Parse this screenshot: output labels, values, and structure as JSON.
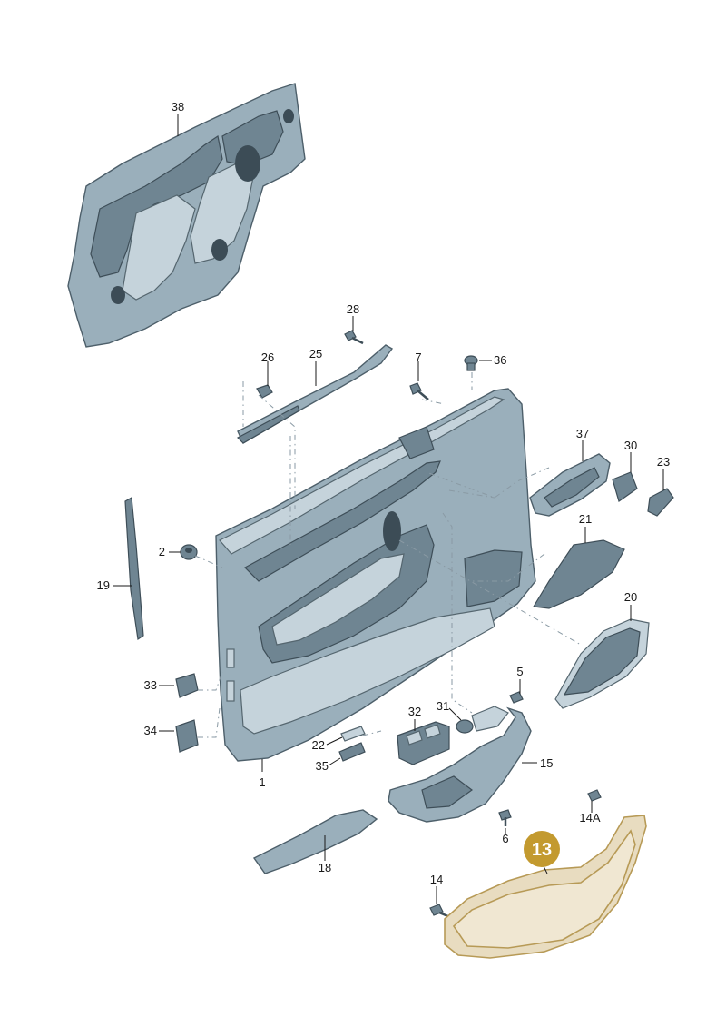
{
  "callouts": [
    {
      "id": "38",
      "label": "38"
    },
    {
      "id": "28",
      "label": "28"
    },
    {
      "id": "26",
      "label": "26"
    },
    {
      "id": "25",
      "label": "25"
    },
    {
      "id": "7",
      "label": "7"
    },
    {
      "id": "36",
      "label": "36"
    },
    {
      "id": "37",
      "label": "37"
    },
    {
      "id": "30",
      "label": "30"
    },
    {
      "id": "23",
      "label": "23"
    },
    {
      "id": "21",
      "label": "21"
    },
    {
      "id": "20",
      "label": "20"
    },
    {
      "id": "2",
      "label": "2"
    },
    {
      "id": "19",
      "label": "19"
    },
    {
      "id": "33",
      "label": "33"
    },
    {
      "id": "34",
      "label": "34"
    },
    {
      "id": "22",
      "label": "22"
    },
    {
      "id": "35",
      "label": "35"
    },
    {
      "id": "1",
      "label": "1"
    },
    {
      "id": "32",
      "label": "32"
    },
    {
      "id": "31",
      "label": "31"
    },
    {
      "id": "5",
      "label": "5"
    },
    {
      "id": "15",
      "label": "15"
    },
    {
      "id": "6",
      "label": "6"
    },
    {
      "id": "14A",
      "label": "14A"
    },
    {
      "id": "18",
      "label": "18"
    },
    {
      "id": "14",
      "label": "14"
    }
  ],
  "highlight": {
    "label": "13",
    "color": "#c39a2f"
  }
}
